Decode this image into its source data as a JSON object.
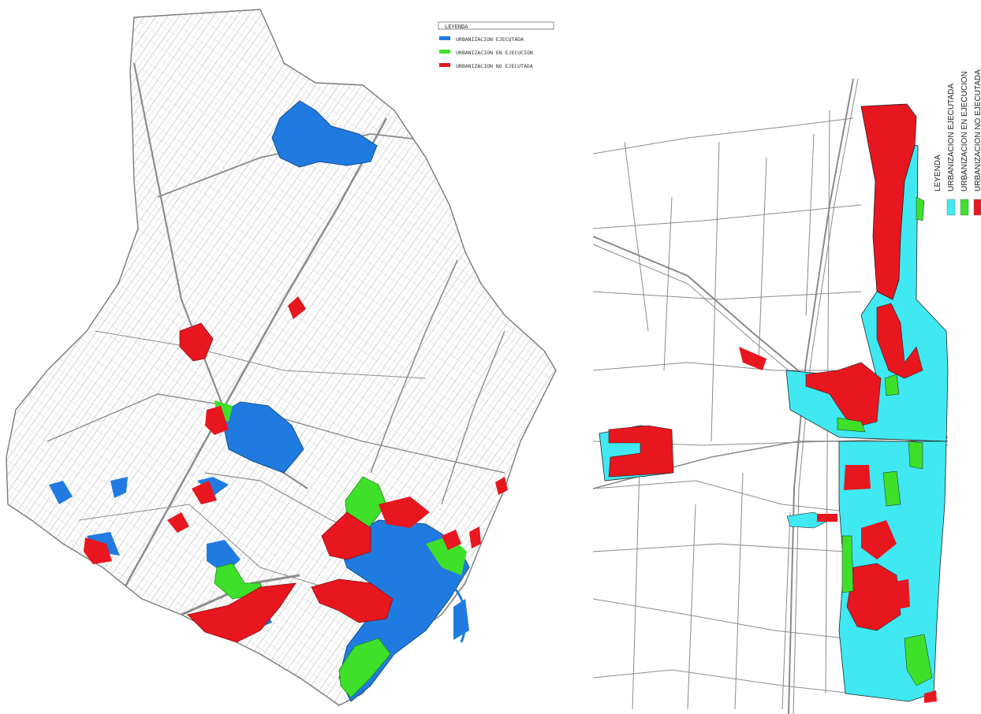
{
  "colors": {
    "executed_left": "#1f7be0",
    "in_execution": "#3ee02a",
    "not_executed": "#e8161e",
    "executed_right": "#40e8f2",
    "linework": "#9a9a9a",
    "background": "#ffffff"
  },
  "left_map": {
    "legend": {
      "title": "LEYENDA",
      "items": [
        {
          "label": "URBANIZACION EJECUTADA",
          "color": "#1f7be0"
        },
        {
          "label": "URBANIZACION EN EJECUCION",
          "color": "#3ee02a"
        },
        {
          "label": "URBANIZACION NO EJECUTADA",
          "color": "#e8161e"
        }
      ]
    }
  },
  "right_map": {
    "legend": {
      "title": "LEYENDA",
      "items": [
        {
          "label": "URBANIZACION EJECUTADA",
          "color": "#40e8f2"
        },
        {
          "label": "URBANIZACION EN EJECUCION",
          "color": "#3ee02a"
        },
        {
          "label": "URBANIZACION NO EJECUTADA",
          "color": "#e8161e"
        }
      ]
    }
  }
}
